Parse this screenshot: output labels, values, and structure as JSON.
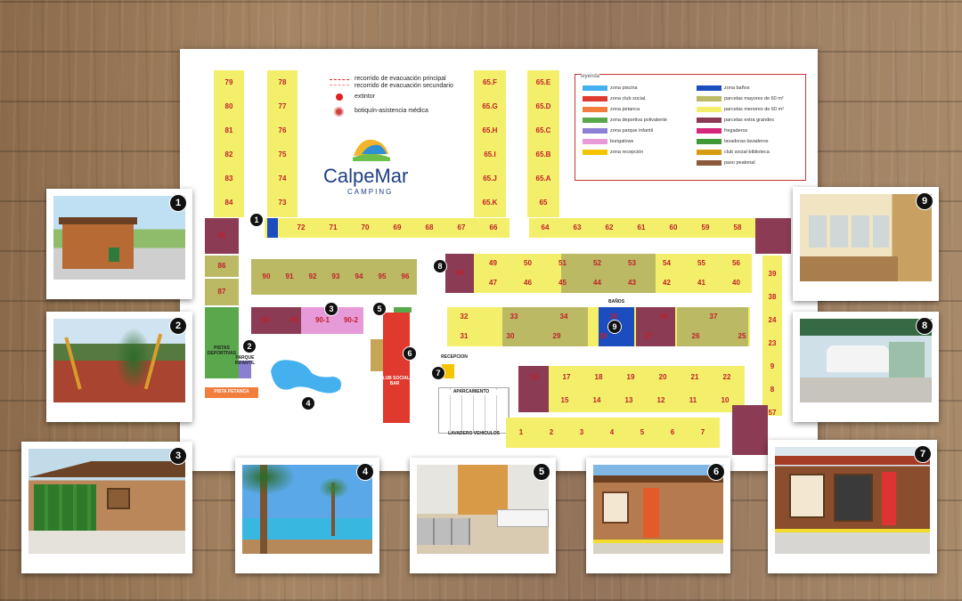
{
  "brand": {
    "name": "CalpeMar",
    "sub": "CAMPING"
  },
  "evac_legend": {
    "main": "recorrido de evacuación principal",
    "secondary": "recorrido de evacuación secundario",
    "extintor": "extintor",
    "botiquin": "botiquín-asistencia médica"
  },
  "legend": {
    "title": "leyenda",
    "items": [
      {
        "label": "zona piscina",
        "color": "#45b0ee"
      },
      {
        "label": "zona club social.",
        "color": "#e0392d"
      },
      {
        "label": "zona petanca",
        "color": "#f27e3e"
      },
      {
        "label": "zona deportiva polivalente",
        "color": "#5aa84c"
      },
      {
        "label": "zona parque infantil",
        "color": "#8a7fd2"
      },
      {
        "label": "bungalows",
        "color": "#e79ad8"
      },
      {
        "label": "zona recepción",
        "color": "#f5c400"
      },
      {
        "label": "zona baños",
        "color": "#1c4dbf"
      },
      {
        "label": "parcelas mayores de 60 m²",
        "color": "#bbb964"
      },
      {
        "label": "parcelas menores de 60 m²",
        "color": "#f4ef6a"
      },
      {
        "label": "parcelas extra grandes",
        "color": "#8b3b54"
      },
      {
        "label": "fregaderos",
        "color": "#d6257a"
      },
      {
        "label": "lavadoras-lavaderos",
        "color": "#3d9a36"
      },
      {
        "label": "club social-biblioteca",
        "color": "#d89c12"
      },
      {
        "label": "paso peatonal",
        "color": "#8a5a3a"
      }
    ]
  },
  "areas": {
    "pistas": "PISTAS DEPORTIVAS",
    "parque": "PARQUE INFANTIL",
    "petanca": "PISTA PETANCA",
    "club": "CLUB SOCIAL BAR",
    "recepcion": "RECEPCION",
    "aparcamiento": "APARCAMIENTO",
    "lavadero": "LAVADERO VEHICULOS",
    "banos": "BAÑOS"
  },
  "plots": {
    "colA": [
      "79",
      "80",
      "81",
      "82",
      "83",
      "84"
    ],
    "colB": [
      "78",
      "77",
      "76",
      "75",
      "74",
      "73"
    ],
    "colC": [
      "65.F",
      "65.G",
      "65.H",
      "65.I",
      "65.J",
      "65.K"
    ],
    "colD": [
      "65.E",
      "65.D",
      "65.C",
      "65.B",
      "65.A",
      "65"
    ],
    "topRowL": [
      "72",
      "71",
      "70",
      "69",
      "68",
      "67",
      "66"
    ],
    "topRowR": [
      "64",
      "63",
      "62",
      "61",
      "60",
      "59",
      "58"
    ],
    "leftCol": [
      "85",
      "86",
      "87"
    ],
    "row90": [
      "90",
      "91",
      "92",
      "93",
      "94",
      "95",
      "96"
    ],
    "bung": [
      "99",
      "99",
      "90-1",
      "90-2"
    ],
    "bl1top": [
      "49",
      "50",
      "51",
      "52",
      "53",
      "54",
      "55",
      "56"
    ],
    "bl1bot": [
      "47",
      "46",
      "45",
      "44",
      "43",
      "42",
      "41",
      "40"
    ],
    "bl2top": [
      "32",
      "33",
      "34",
      "35",
      "36",
      "37"
    ],
    "bl2bot": [
      "31",
      "30",
      "29",
      "28",
      "27",
      "26",
      "25"
    ],
    "bl3top": [
      "16",
      "17",
      "18",
      "19",
      "20",
      "21",
      "22"
    ],
    "bl3bot": [
      "15",
      "14",
      "13",
      "12",
      "11",
      "10"
    ],
    "bottomRow": [
      "1",
      "2",
      "3",
      "4",
      "5",
      "6",
      "7"
    ],
    "rightCol": [
      "39",
      "38",
      "24",
      "23",
      "9",
      "8",
      "57"
    ],
    "extra": [
      "48"
    ]
  },
  "markers": [
    "1",
    "2",
    "3",
    "4",
    "5",
    "6",
    "7",
    "8",
    "9"
  ]
}
